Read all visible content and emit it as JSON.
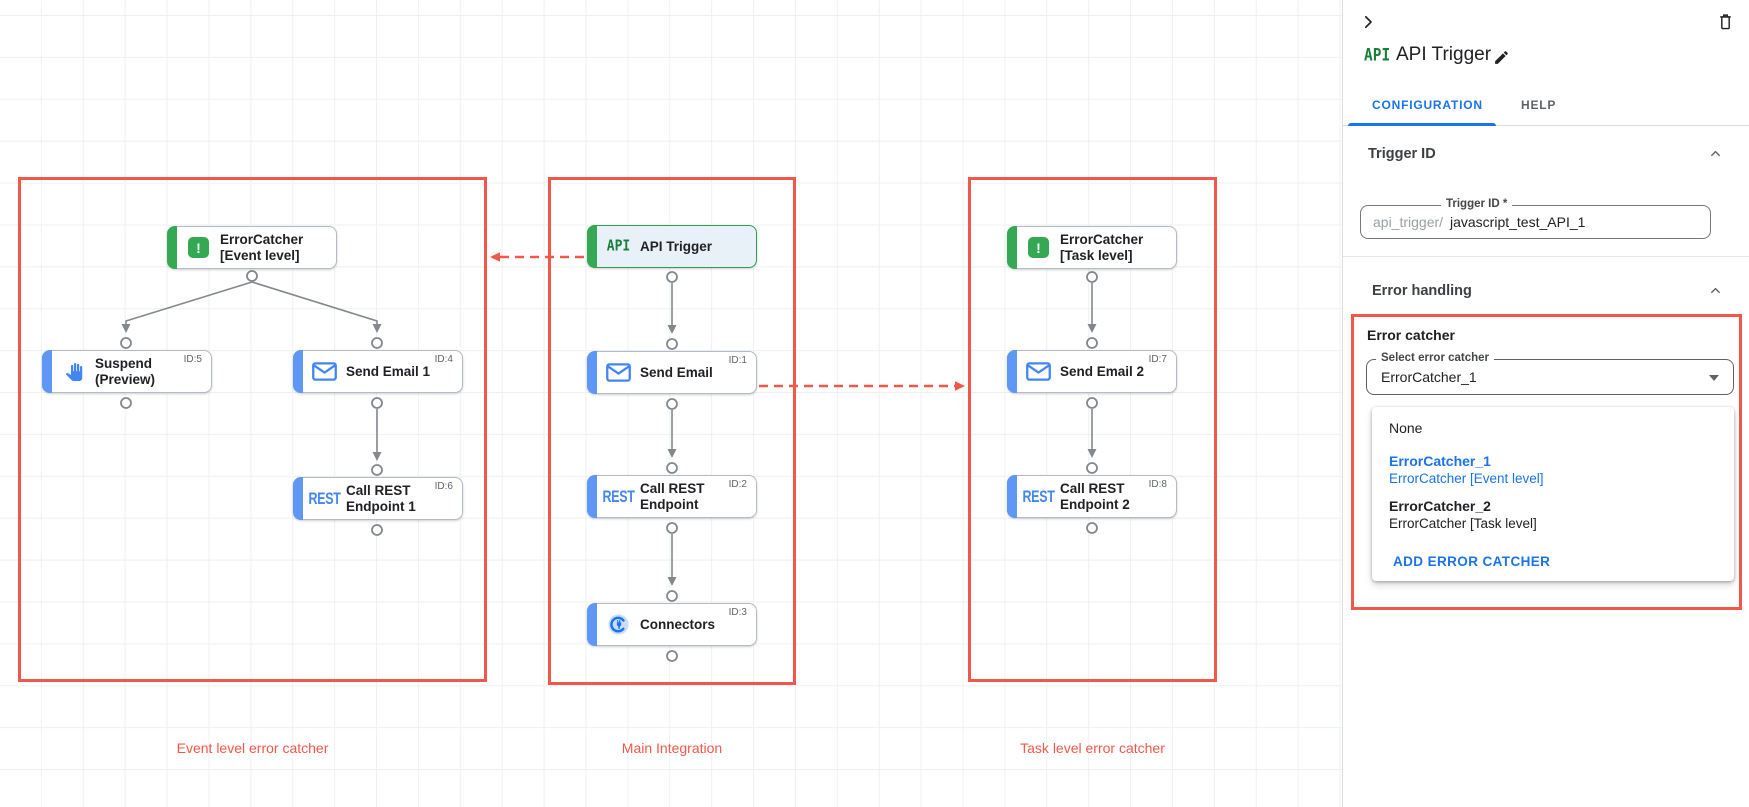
{
  "canvas": {
    "groups": [
      {
        "label": "Event level error catcher"
      },
      {
        "label": "Main Integration"
      },
      {
        "label": "Task level error catcher"
      }
    ],
    "nodes": [
      {
        "title": "ErrorCatcher [Event level]",
        "badge": "",
        "icon": "error-catcher"
      },
      {
        "title": "Suspend (Preview)",
        "badge": "ID:5",
        "icon": "suspend-hand"
      },
      {
        "title": "Send Email 1",
        "badge": "ID:4",
        "icon": "email"
      },
      {
        "title": "Call REST Endpoint 1",
        "badge": "ID:6",
        "icon": "rest"
      },
      {
        "title": "API Trigger",
        "badge": "",
        "icon": "api"
      },
      {
        "title": "Send Email",
        "badge": "ID:1",
        "icon": "email"
      },
      {
        "title": "Call REST Endpoint",
        "badge": "ID:2",
        "icon": "rest"
      },
      {
        "title": "Connectors",
        "badge": "ID:3",
        "icon": "connector"
      },
      {
        "title": "ErrorCatcher [Task level]",
        "badge": "",
        "icon": "error-catcher"
      },
      {
        "title": "Send Email 2",
        "badge": "ID:7",
        "icon": "email"
      },
      {
        "title": "Call REST Endpoint 2",
        "badge": "ID:8",
        "icon": "rest"
      }
    ],
    "icon_labels": {
      "rest": "REST",
      "api": "API",
      "error": "!"
    }
  },
  "panel": {
    "logo": "API",
    "title": "API Trigger",
    "tabs": [
      {
        "label": "CONFIGURATION"
      },
      {
        "label": "HELP"
      }
    ],
    "trigger_id": {
      "heading": "Trigger ID",
      "field_label": "Trigger ID *",
      "prefix": "api_trigger/",
      "value": "javascript_test_API_1"
    },
    "error_handling": {
      "heading": "Error handling",
      "error_catcher_label": "Error catcher",
      "select_label": "Select error catcher",
      "select_value": "ErrorCatcher_1",
      "menu": {
        "none": "None",
        "opt1_title": "ErrorCatcher_1",
        "opt1_sub": "ErrorCatcher [Event level]",
        "opt2_title": "ErrorCatcher_2",
        "opt2_sub": "ErrorCatcher [Task level]",
        "add": "ADD ERROR CATCHER"
      }
    }
  },
  "colors": {
    "accent_blue": "#1a73e8",
    "node_blue": "#4285f4",
    "green": "#34a853",
    "red_outline": "#f2584a",
    "dot_red": "#c5221f"
  }
}
